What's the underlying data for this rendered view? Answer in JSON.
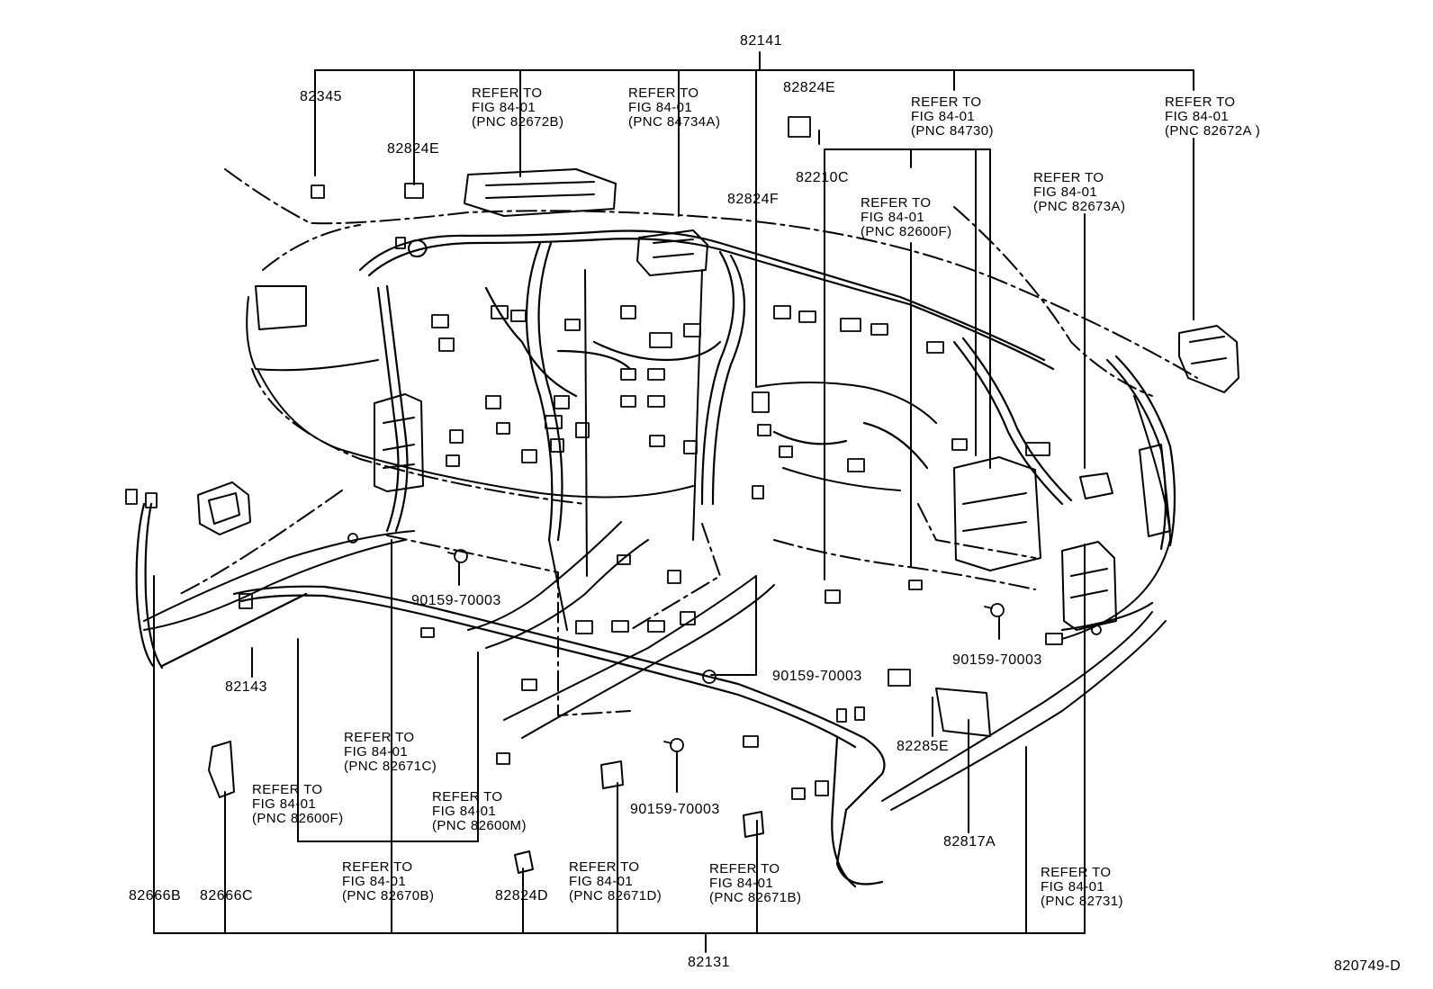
{
  "diagram_id": "820749-D",
  "top_assembly": "82141",
  "bottom_assembly": "82131",
  "parts": {
    "p82345": "82345",
    "p82824E_a": "82824E",
    "p82824E_b": "82824E",
    "p82824F": "82824F",
    "p82210C": "82210C",
    "p82143": "82143",
    "p82285E": "82285E",
    "p82817A": "82817A",
    "p82666B": "82666B",
    "p82666C": "82666C",
    "p82824D": "82824D",
    "bolt_1": "90159-70003",
    "bolt_2": "90159-70003",
    "bolt_3": "90159-70003",
    "bolt_4": "90159-70003"
  },
  "references": [
    {
      "id": "ref-82672B",
      "line1": "REFER TO",
      "line2": "FIG 84-01",
      "line3": "(PNC 82672B)"
    },
    {
      "id": "ref-84734A",
      "line1": "REFER TO",
      "line2": "FIG 84-01",
      "line3": "(PNC 84734A)"
    },
    {
      "id": "ref-84730",
      "line1": "REFER TO",
      "line2": "FIG 84-01",
      "line3": "(PNC 84730)"
    },
    {
      "id": "ref-82672A",
      "line1": "REFER TO",
      "line2": "FIG 84-01",
      "line3": "(PNC 82672A )"
    },
    {
      "id": "ref-82673A",
      "line1": "REFER TO",
      "line2": "FIG 84-01",
      "line3": "(PNC 82673A)"
    },
    {
      "id": "ref-82600F-top",
      "line1": "REFER TO",
      "line2": "FIG 84-01",
      "line3": "(PNC 82600F)"
    },
    {
      "id": "ref-82671C",
      "line1": "REFER TO",
      "line2": "FIG 84-01",
      "line3": "(PNC 82671C)"
    },
    {
      "id": "ref-82600F-left",
      "line1": "REFER TO",
      "line2": "FIG 84-01",
      "line3": "(PNC 82600F)"
    },
    {
      "id": "ref-82600M",
      "line1": "REFER TO",
      "line2": "FIG 84-01",
      "line3": "(PNC 82600M)"
    },
    {
      "id": "ref-82670B",
      "line1": "REFER TO",
      "line2": "FIG 84-01",
      "line3": "(PNC 82670B)"
    },
    {
      "id": "ref-82671D",
      "line1": "REFER TO",
      "line2": "FIG 84-01",
      "line3": "(PNC 82671D)"
    },
    {
      "id": "ref-82671B",
      "line1": "REFER TO",
      "line2": "FIG 84-01",
      "line3": "(PNC 82671B)"
    },
    {
      "id": "ref-82731",
      "line1": "REFER TO",
      "line2": "FIG 84-01",
      "line3": "(PNC 82731)"
    }
  ],
  "colors": {
    "ink": "#000000",
    "paper": "#ffffff"
  }
}
